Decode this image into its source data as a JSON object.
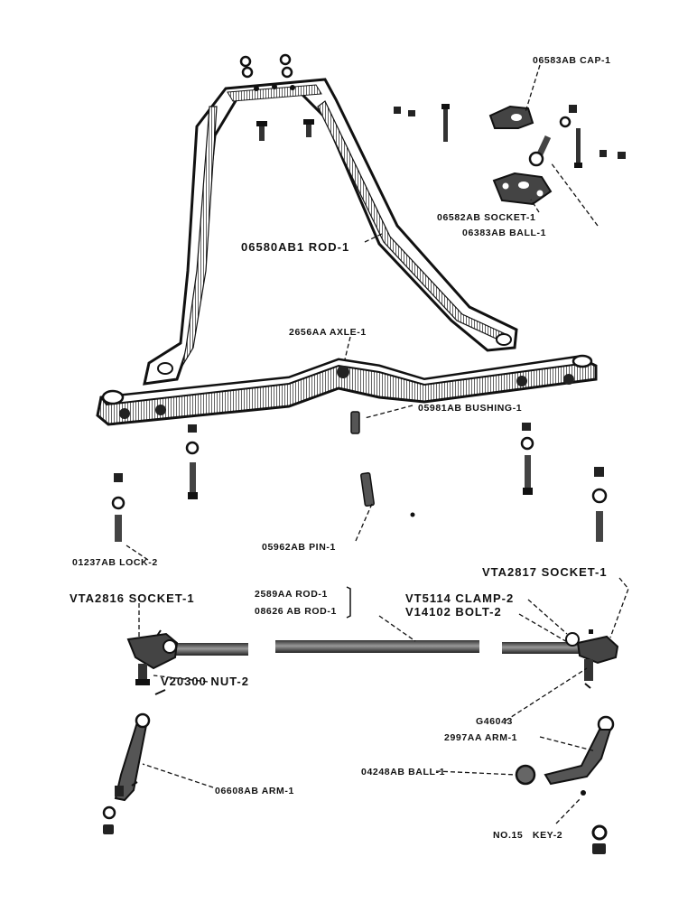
{
  "labels": {
    "cap": "06583AB CAP-1",
    "socket_ball_top": "06582AB SOCKET-1",
    "ball_top": "06383AB BALL-1",
    "rod_radius": "06580AB1 ROD-1",
    "axle": "2656AA AXLE-1",
    "bushing": "05981AB BUSHING-1",
    "lock": "01237AB LOCK-2",
    "pin": "05962AB PIN-1",
    "socket_right": "VTA2817 SOCKET-1",
    "socket_left": "VTA2816 SOCKET-1",
    "rod_tie_1": "2589AA ROD-1",
    "rod_tie_2": "08626 AB ROD-1",
    "clamp": "VT5114  CLAMP-2",
    "bolt": "V14102  BOLT-2",
    "nut": "V20300 NUT-2",
    "fitting": "G46043",
    "arm_right": "2997AA ARM-1",
    "ball_lower": "04248AB BALL-1",
    "arm_left": "06608AB ARM-1",
    "key": "NO.15   KEY-2"
  },
  "colors": {
    "ink": "#111111",
    "paper": "#ffffff",
    "shade": "#555555"
  }
}
